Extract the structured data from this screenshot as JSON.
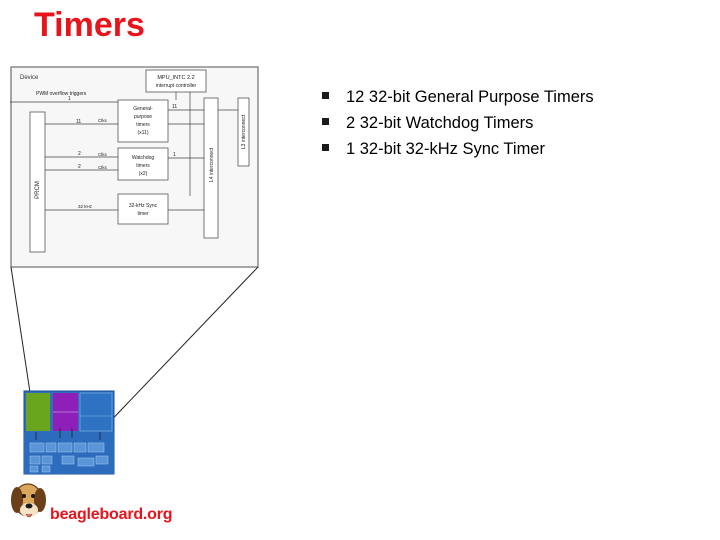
{
  "title": "Timers",
  "bullets": [
    "12 32-bit General Purpose Timers",
    "2 32-bit Watchdog Timers",
    "1 32-bit 32-kHz Sync Timer"
  ],
  "diagram": {
    "device_label": "Device",
    "mpu_label_1": "MPU_INTC 2.2",
    "mpu_label_2": "interrupt controller",
    "pwm_label": "PWM overflow triggers",
    "prcm_label": "PRCM",
    "l3_label": "L3 interconnect",
    "l4_label": "L4 interconnect",
    "gpt_label_1": "General-",
    "gpt_label_2": "purpose",
    "gpt_label_3": "timers",
    "gpt_label_4": "(x11)",
    "wdt_label_1": "Watchdog",
    "wdt_label_2": "timers",
    "wdt_label_3": "(x2)",
    "sync_label_1": "32-kHz Sync",
    "sync_label_2": "timer",
    "n_1_top": "1",
    "n_11": "11",
    "n_11_right": "11",
    "n_2a": "2",
    "n_2b": "2",
    "n_1_right": "1",
    "clks_1": "Clks",
    "clks_2": "Clks",
    "clks_3": "Clks",
    "khz_label": "32 kHz"
  },
  "logo": {
    "text": "beagleboard.org"
  },
  "colors": {
    "title": "#e8141b",
    "chip_green": "#6aa51e",
    "chip_purple": "#8e1fb8",
    "chip_blue": "#2e73c3",
    "logo_red": "#e8141b"
  }
}
